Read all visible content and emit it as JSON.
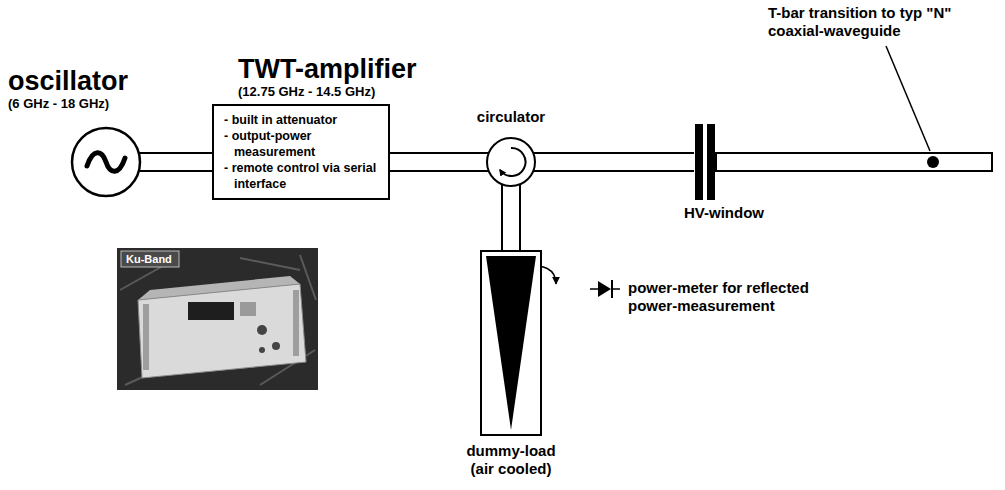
{
  "diagram": {
    "nodes": [
      {
        "text": [
          "oscillator",
          "(6 GHz - 18 GHz)"
        ]
      },
      {
        "text": [
          "TWT-amplifier",
          "(12.75 GHz - 14.5 GHz)",
          "- built in attenuator",
          "- output-power measurement",
          "- remote control via serial interface"
        ]
      },
      {
        "text": [
          "circulator"
        ]
      },
      {
        "text": [
          "HV-window"
        ]
      },
      {
        "text": [
          "dummy-load (air cooled)"
        ]
      }
    ],
    "edges": [
      {
        "from": 0,
        "to": 1,
        "arrow": "none"
      },
      {
        "from": 1,
        "to": 2,
        "arrow": "none"
      },
      {
        "from": 2,
        "to": 3,
        "arrow": "none"
      },
      {
        "from": 2,
        "to": 4,
        "arrow": "none"
      }
    ],
    "labels": [
      "T-bar transition to typ \"N\" coaxial-waveguide",
      "Ku-Band",
      "power-meter for reflected power-measurement"
    ]
  }
}
